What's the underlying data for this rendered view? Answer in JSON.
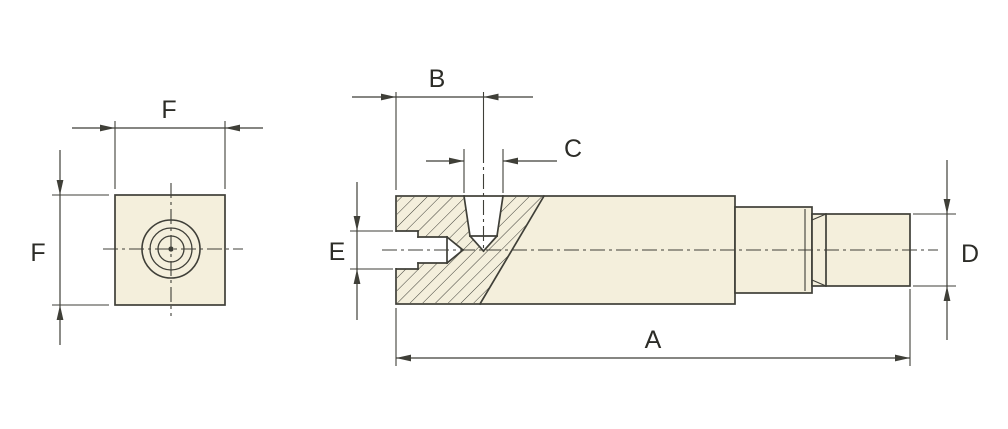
{
  "drawing": {
    "dimension_labels": {
      "overall_length": "A",
      "port_position": "B",
      "port_opening": "C",
      "shaft_diameter": "D",
      "bore_diameter": "E",
      "block_width": "F",
      "block_height": "F"
    },
    "colors": {
      "body_fill": "#f4efdc",
      "line": "#3f3f38",
      "background": "#ffffff"
    }
  }
}
